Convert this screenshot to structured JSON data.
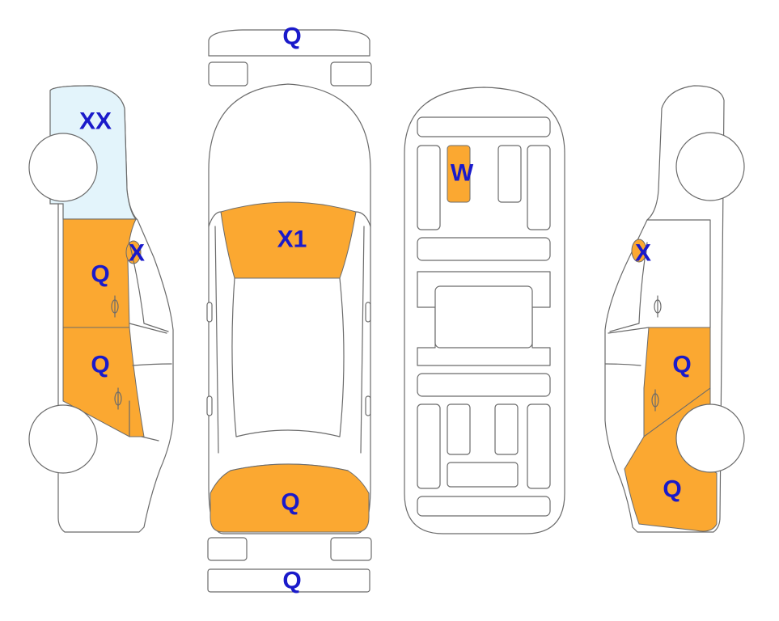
{
  "colors": {
    "damage": "#fba831",
    "tint": "#e3f4fb",
    "label": "#1a1aca",
    "outline": "#6b6b6b"
  },
  "codes": {
    "bumper_front": "Q",
    "bumper_rear": "Q",
    "left_windshield": "XX",
    "left_mirror": "X",
    "left_front_door": "Q",
    "left_rear_door": "Q",
    "hood": "X1",
    "trunk": "Q",
    "underbody_panel": "W",
    "right_mirror": "X",
    "right_rear_door": "Q",
    "right_quarter_panel": "Q"
  }
}
